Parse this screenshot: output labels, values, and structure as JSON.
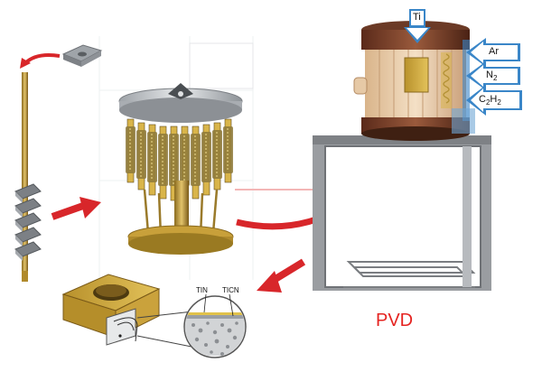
{
  "labels": {
    "ti": "Ti",
    "ar": "Ar",
    "n2_main": "N",
    "n2_sub": "2",
    "c2h2_c1": "C",
    "c2h2_s1": "2",
    "c2h2_h": "H",
    "c2h2_s2": "2",
    "tin": "TIN",
    "ticn": "TICN",
    "pvd": "PVD"
  },
  "colors": {
    "pvd_text": "#e52421",
    "arrow_red": "#d8262a",
    "gold": "#c9a23a",
    "chamber_wall": "#8a8c8f",
    "gas_blue": "#3a86c8"
  }
}
